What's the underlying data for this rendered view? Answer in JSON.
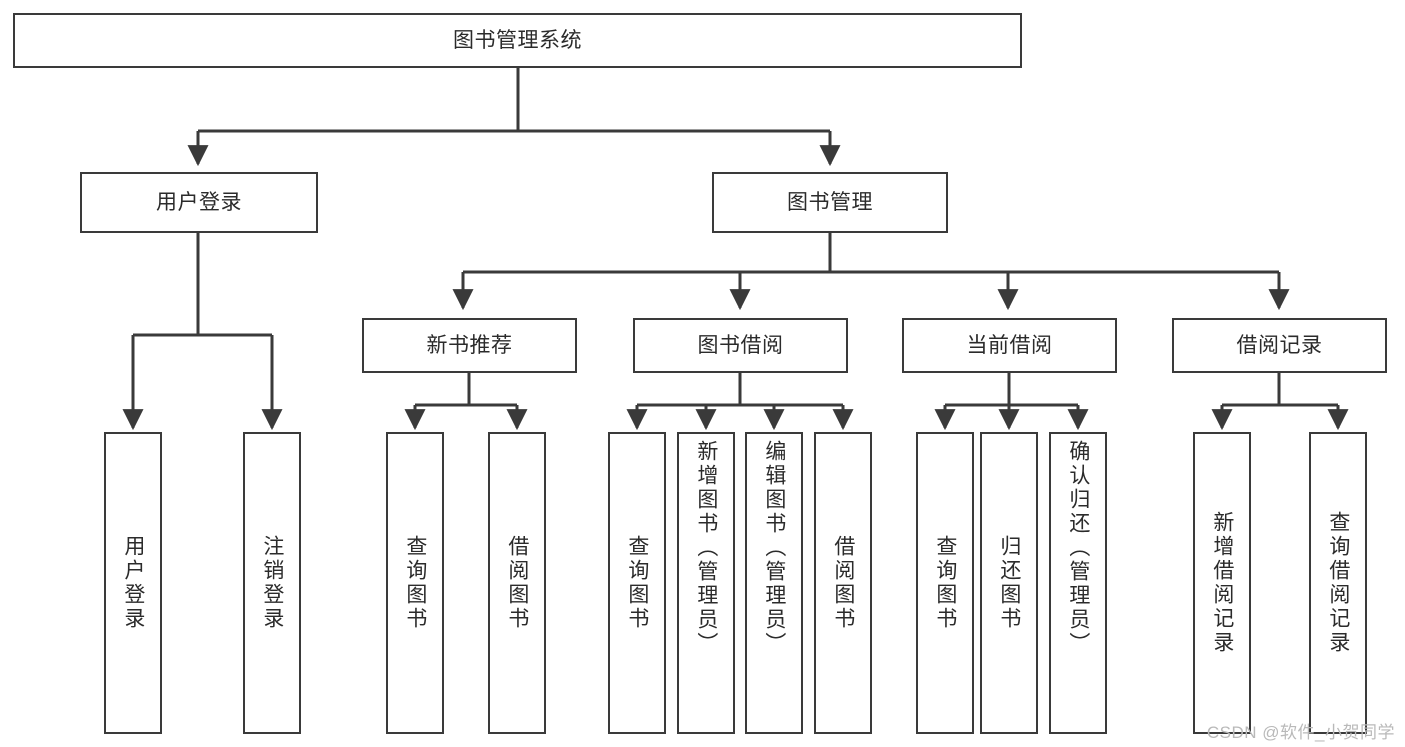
{
  "diagram": {
    "type": "tree",
    "title": "图书管理系统",
    "watermark": "CSDN @软件_小贺同学",
    "nodes": {
      "root": {
        "label": "图书管理系统"
      },
      "level1": [
        {
          "id": "user-login",
          "label": "用户登录"
        },
        {
          "id": "book-management",
          "label": "图书管理"
        }
      ],
      "level2": [
        {
          "id": "new-book-recommend",
          "label": "新书推荐",
          "parent": "book-management"
        },
        {
          "id": "book-borrow",
          "label": "图书借阅",
          "parent": "book-management"
        },
        {
          "id": "current-borrow",
          "label": "当前借阅",
          "parent": "book-management"
        },
        {
          "id": "borrow-record",
          "label": "借阅记录",
          "parent": "book-management"
        }
      ],
      "leaves": [
        {
          "id": "leaf-user-login",
          "label": "用户登录",
          "parent": "user-login"
        },
        {
          "id": "leaf-logout-login",
          "label": "注销登录",
          "parent": "user-login"
        },
        {
          "id": "leaf-query-book-1",
          "label": "查询图书",
          "parent": "new-book-recommend"
        },
        {
          "id": "leaf-borrow-book-1",
          "label": "借阅图书",
          "parent": "new-book-recommend"
        },
        {
          "id": "leaf-query-book-2",
          "label": "查询图书",
          "parent": "book-borrow"
        },
        {
          "id": "leaf-add-book",
          "label": "新增图书（管理员）",
          "parent": "book-borrow"
        },
        {
          "id": "leaf-edit-book",
          "label": "编辑图书（管理员）",
          "parent": "book-borrow"
        },
        {
          "id": "leaf-borrow-book-2",
          "label": "借阅图书",
          "parent": "book-borrow"
        },
        {
          "id": "leaf-query-book-3",
          "label": "查询图书",
          "parent": "current-borrow"
        },
        {
          "id": "leaf-return-book",
          "label": "归还图书",
          "parent": "current-borrow"
        },
        {
          "id": "leaf-confirm-return",
          "label": "确认归还（管理员）",
          "parent": "current-borrow"
        },
        {
          "id": "leaf-add-record",
          "label": "新增借阅记录",
          "parent": "borrow-record"
        },
        {
          "id": "leaf-query-record",
          "label": "查询借阅记录",
          "parent": "borrow-record"
        }
      ]
    },
    "colors": {
      "stroke": "#3a3a3a",
      "text": "#2b2b2b",
      "background": "#ffffff",
      "watermark": "#b9b9b9"
    }
  }
}
